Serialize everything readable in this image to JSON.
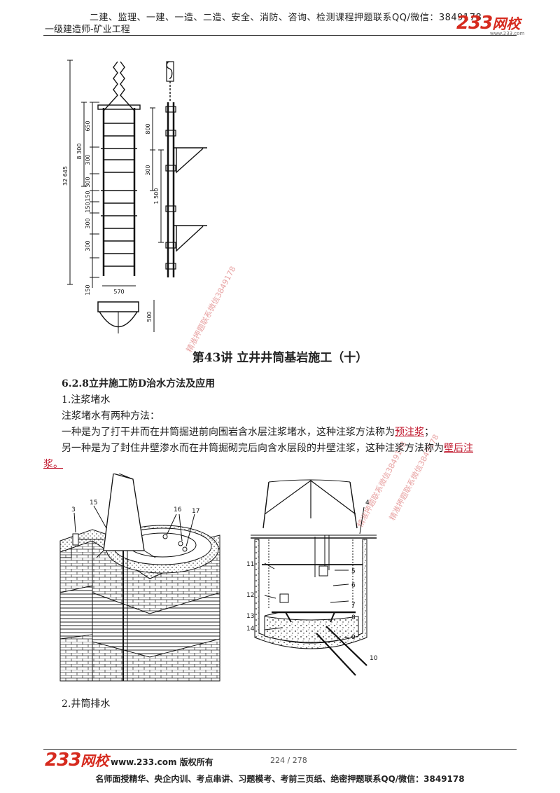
{
  "header": {
    "courses": "二建、监理、一建、一造、二造、安全、消防、咨询、检测课程押题联系QQ/微信：3849178",
    "subject": "一级建造师-矿业工程",
    "logo_num": "233",
    "logo_cn": "网校",
    "logo_site": "www.233.com"
  },
  "figure_ladder": {
    "dims_left": [
      "32 645",
      "8 300",
      "650",
      "300",
      "300",
      "150",
      "150",
      "300",
      "300",
      "150",
      "570"
    ],
    "dims_right": [
      "800",
      "300",
      "1 500",
      "500"
    ]
  },
  "watermark": "精准押题联系微信3849178",
  "content": {
    "lecture_title": "第43讲 立井井筒基岩施工（十）",
    "section_heading": "6.2.8立井施工防D治水方法及应用",
    "item1": "1.注浆堵水",
    "intro": "注浆堵水有两种方法：",
    "method1_prefix": "一种是为了打干井而在井筒掘进前向围岩含水层注浆堵水，这种注浆方法称为",
    "method1_term": "预注浆",
    "method1_suffix": "；",
    "method2_prefix": "另一种是为了封住井壁渗水而在井筒掘砌完后向含水层段的井壁注浆，这种注浆方法称为",
    "method2_term1": "壁后注",
    "method2_term2": "浆。",
    "item2": "2.井筒排水"
  },
  "figure_grouting": {
    "labels": [
      "3",
      "15",
      "16",
      "17"
    ]
  },
  "figure_shaft": {
    "labels": [
      "4",
      "5",
      "6",
      "7",
      "8",
      "9",
      "10",
      "11",
      "12",
      "13",
      "14"
    ]
  },
  "footer": {
    "logo_num": "233",
    "logo_cn": "网校",
    "site": "www.233.com 版权所有",
    "page": "224 / 278",
    "promo": "名师面授精华、央企内训、考点串讲、习题模考、考前三页纸、绝密押题联系QQ/微信：3849178"
  }
}
